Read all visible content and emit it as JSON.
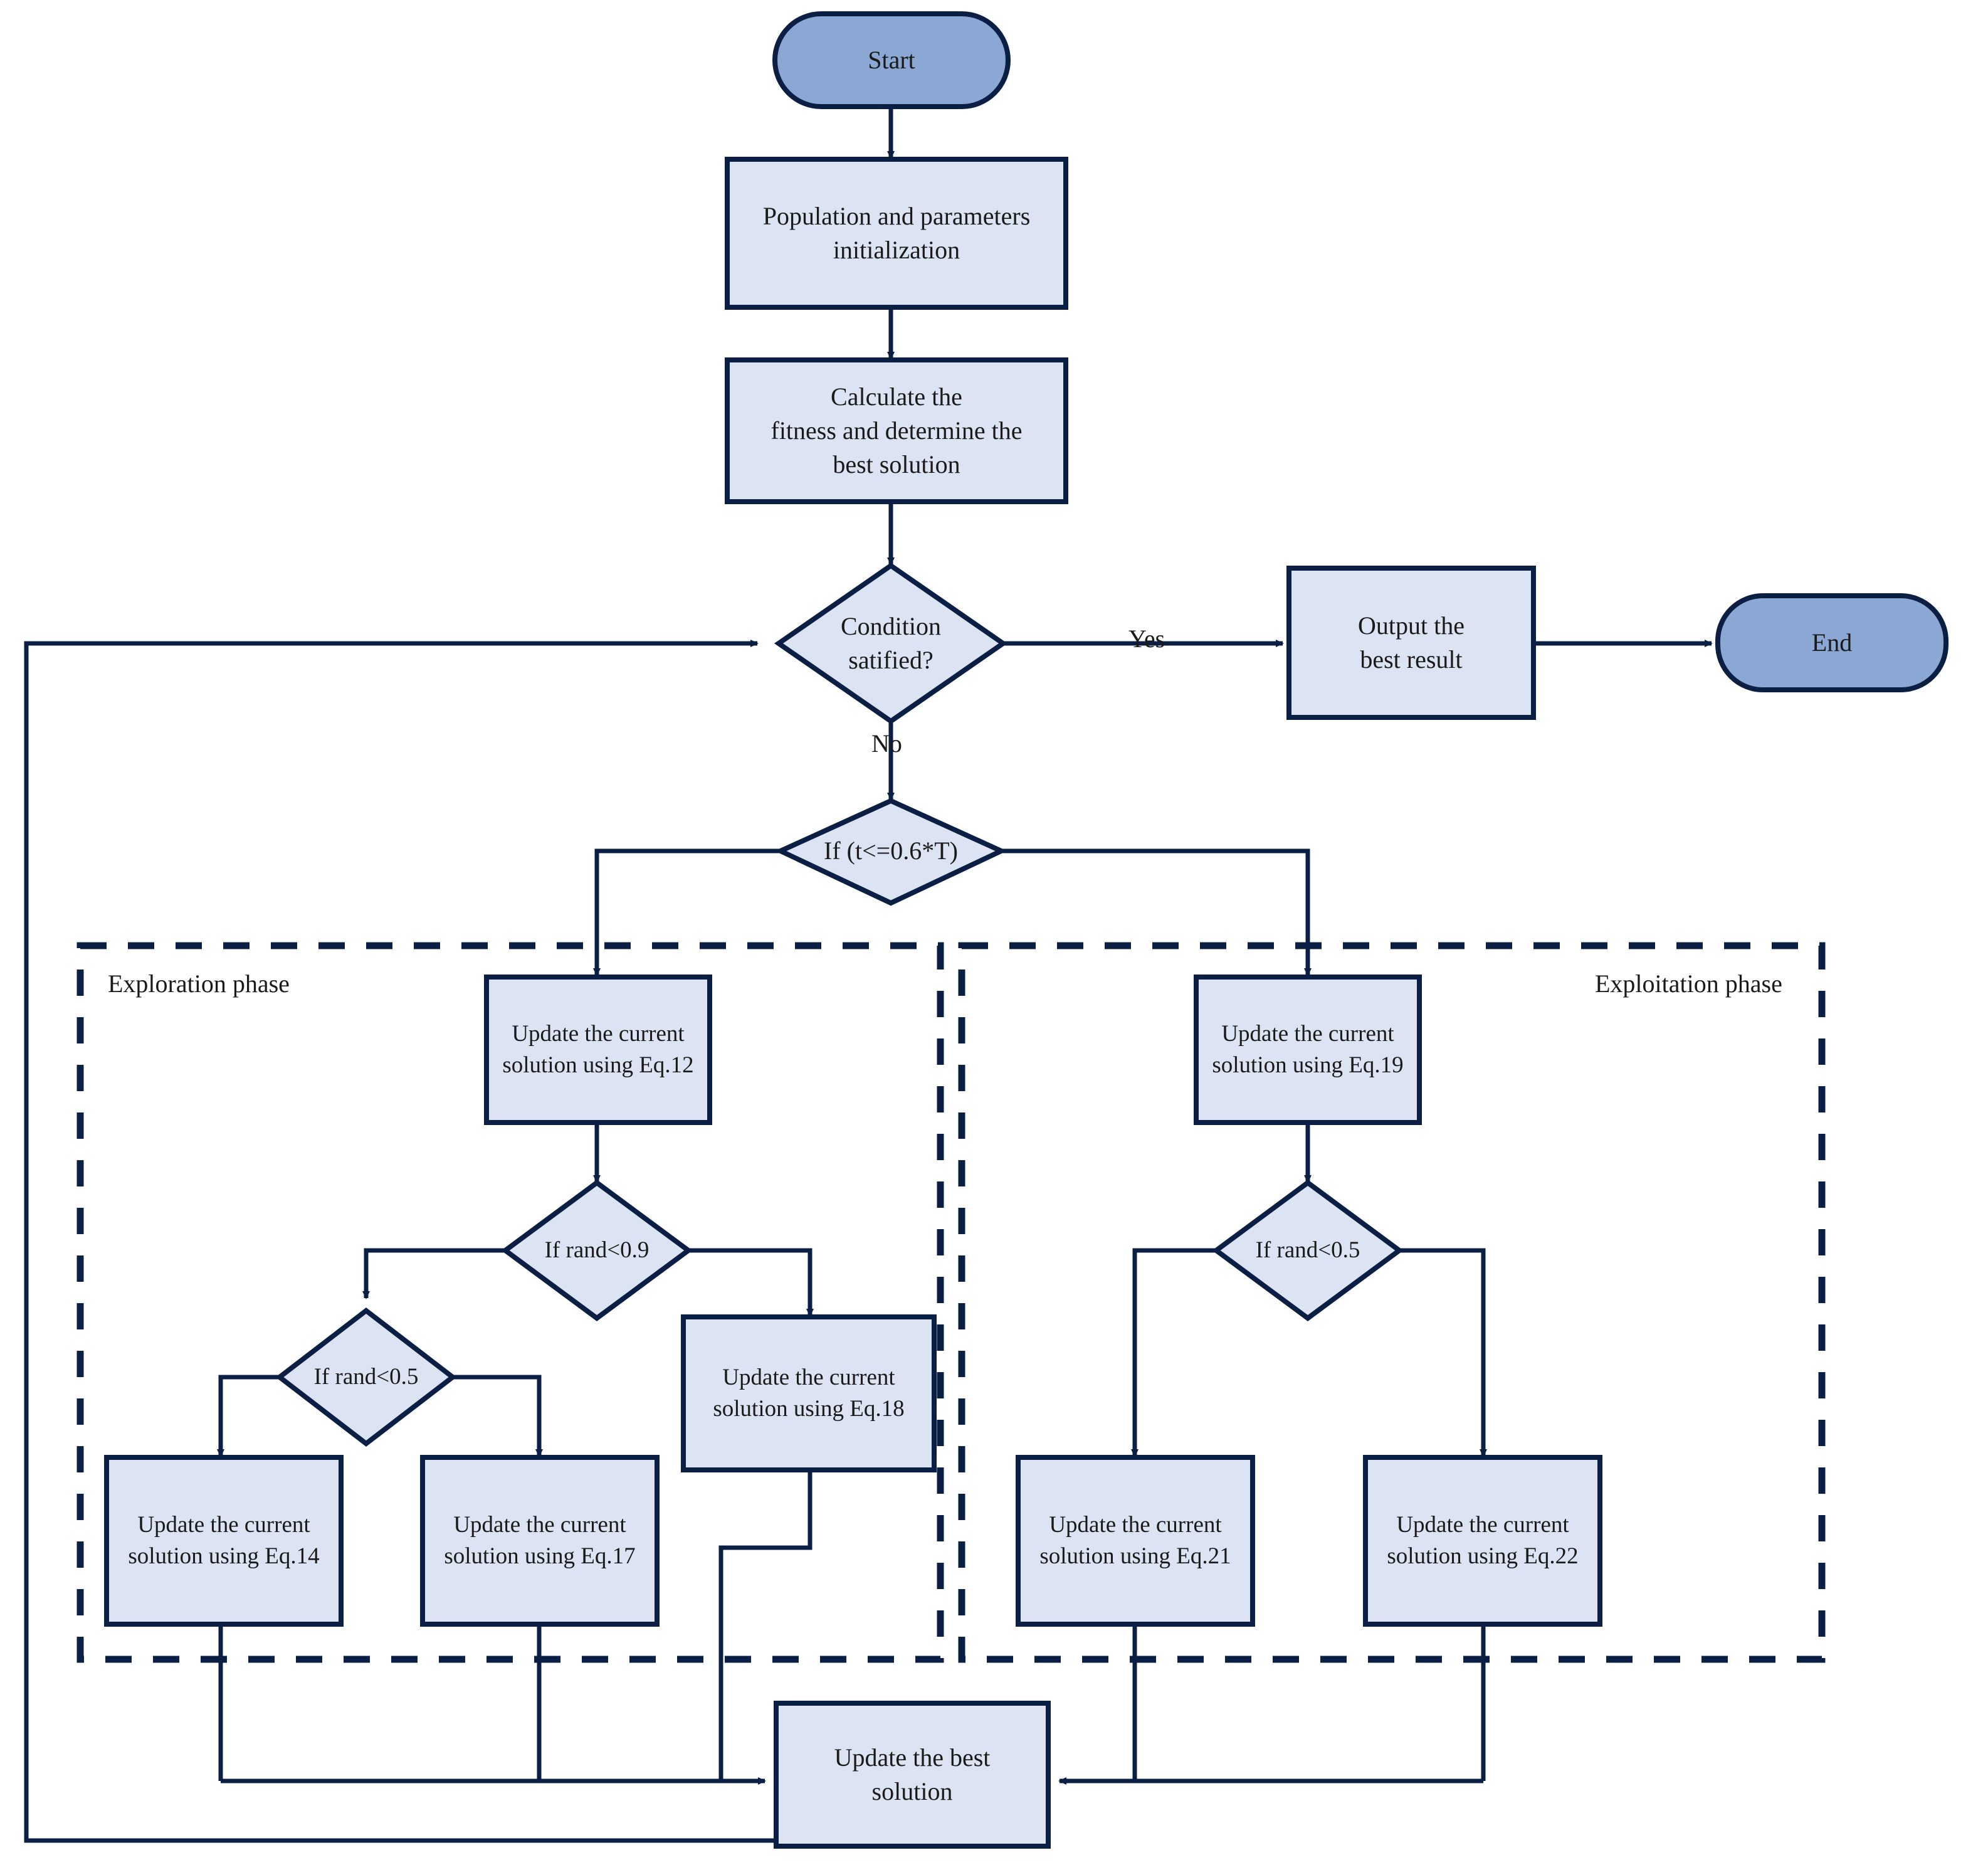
{
  "diagram": {
    "title": "Algorithm flowchart",
    "colors": {
      "stroke": "#0b1f45",
      "process_fill": "#dce3f2",
      "terminal_fill": "#8ba7d4",
      "text": "#1a1a1a",
      "background": "#ffffff"
    },
    "nodes": {
      "start": {
        "label": "Start",
        "shape": "terminator"
      },
      "init": {
        "label": "Population and parameters\ninitialization",
        "shape": "process"
      },
      "fitness": {
        "label": "Calculate the\nfitness and determine the\nbest solution",
        "shape": "process"
      },
      "condition": {
        "label": "Condition\nsatified?",
        "shape": "decision"
      },
      "output": {
        "label": "Output the\nbest result",
        "shape": "process"
      },
      "end": {
        "label": "End",
        "shape": "terminator"
      },
      "phase_split": {
        "label": "If (t<=0.6*T)",
        "shape": "decision"
      },
      "eq12": {
        "label": "Update the current\nsolution using Eq.12",
        "shape": "process"
      },
      "rand09": {
        "label": "If rand<0.9",
        "shape": "decision"
      },
      "rand05_left": {
        "label": "If rand<0.5",
        "shape": "decision"
      },
      "eq14": {
        "label": "Update the current\nsolution using Eq.14",
        "shape": "process"
      },
      "eq17": {
        "label": "Update the current\nsolution using Eq.17",
        "shape": "process"
      },
      "eq18": {
        "label": "Update the current\nsolution using Eq.18",
        "shape": "process"
      },
      "eq19": {
        "label": "Update the current\nsolution using Eq.19",
        "shape": "process"
      },
      "rand05_right": {
        "label": "If rand<0.5",
        "shape": "decision"
      },
      "eq21": {
        "label": "Update the current\nsolution using Eq.21",
        "shape": "process"
      },
      "eq22": {
        "label": "Update the current\nsolution using Eq.22",
        "shape": "process"
      },
      "update_best": {
        "label": "Update the best\nsolution",
        "shape": "process"
      }
    },
    "edge_labels": {
      "yes": "Yes",
      "no": "No"
    },
    "groups": {
      "exploration": {
        "label": "Exploration phase",
        "style": "dashed"
      },
      "exploitation": {
        "label": "Exploitation phase",
        "style": "dashed"
      }
    }
  }
}
